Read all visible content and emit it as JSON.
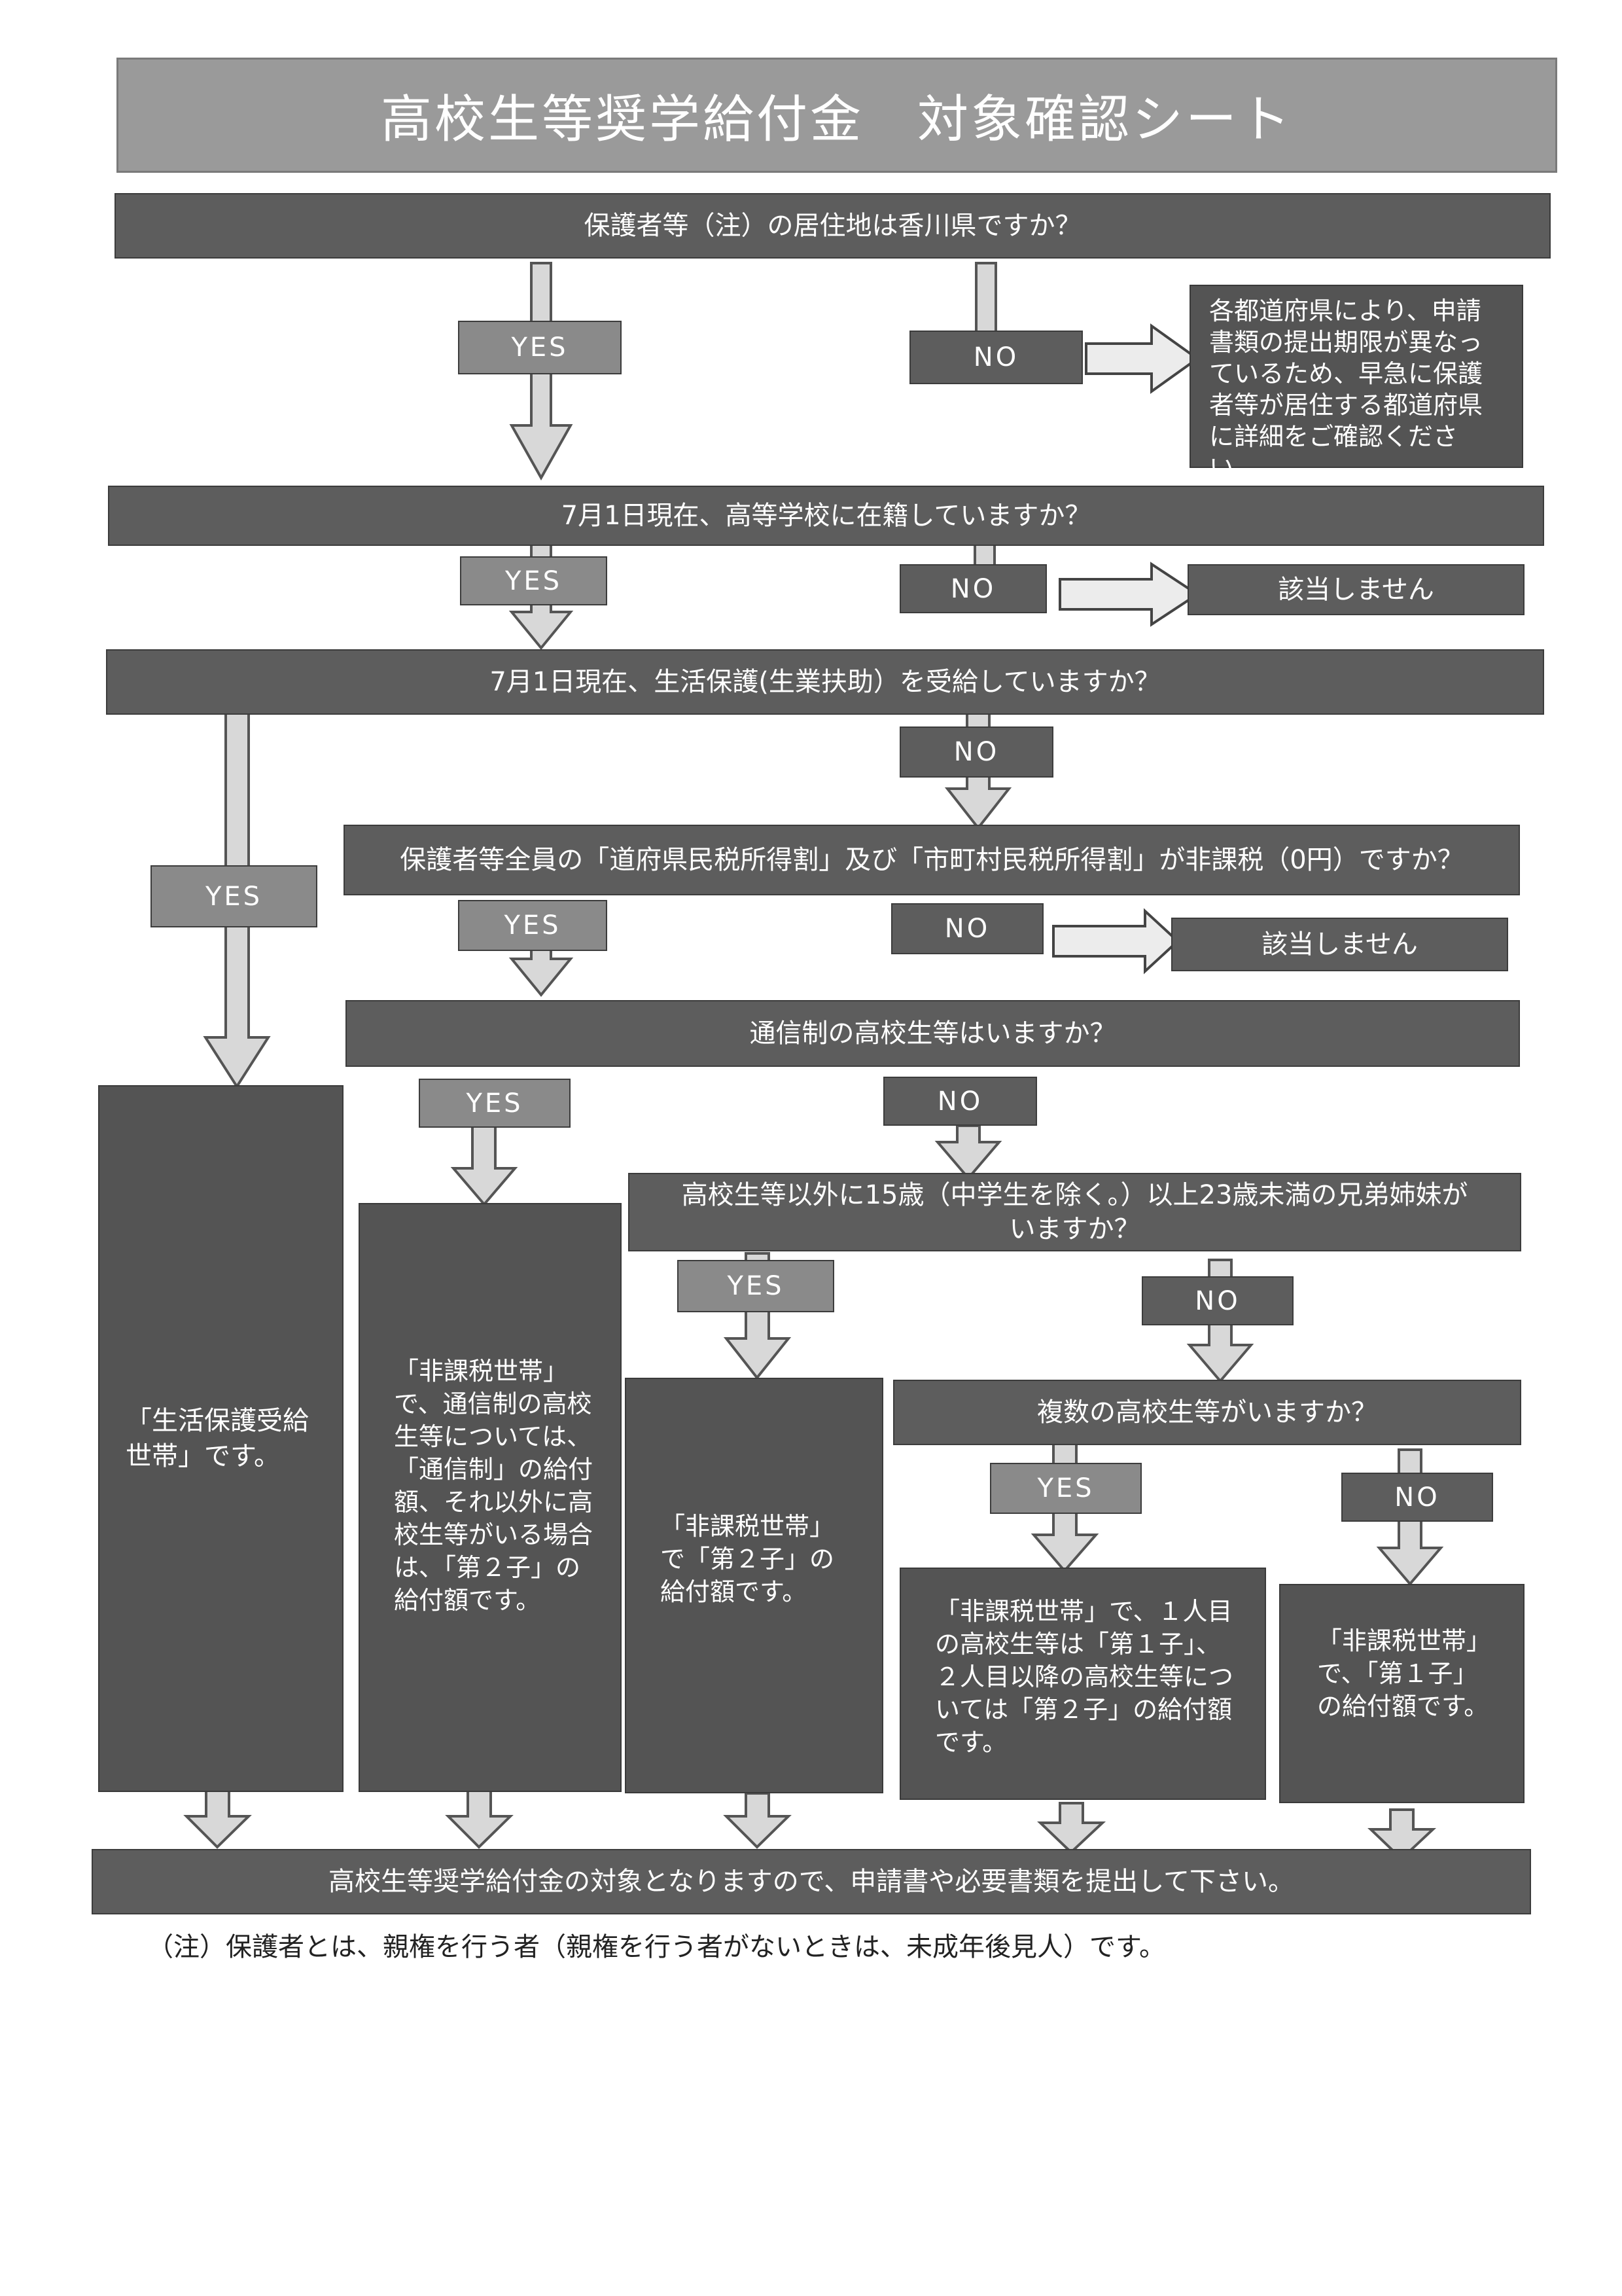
{
  "title": "高校生等奨学給付金　対象確認シート",
  "q1": "保護者等（注）の居住地は香川県ですか？",
  "q1_yes": "YES",
  "q1_no": "NO",
  "q1_no_result": "各都道府県により、申請書類の提出期限が異なっているため、早急に保護者等が居住する都道府県に詳細をご確認ください。",
  "q2": "7月1日現在、高等学校に在籍していますか？",
  "q2_yes": "YES",
  "q2_no": "NO",
  "q2_no_result": "該当しません",
  "q3": "7月1日現在、生活保護(生業扶助）を受給していますか？",
  "q3_yes": "YES",
  "q3_no": "NO",
  "q4": "保護者等全員の「道府県民税所得割」及び「市町村民税所得割」が非課税（0円）ですか？",
  "q4_yes": "YES",
  "q4_no": "NO",
  "q4_no_result": "該当しません",
  "q5": "通信制の高校生等はいますか？",
  "q5_yes": "YES",
  "q5_no": "NO",
  "q6": "高校生等以外に15歳（中学生を除く。）以上23歳未満の兄弟姉妹がいますか？",
  "q6_yes": "YES",
  "q6_no": "NO",
  "q7": "複数の高校生等がいますか？",
  "q7_yes": "YES",
  "q7_no": "NO",
  "result_welfare": "「生活保護受給世帯」です。",
  "result_correspondence": "「非課税世帯」で、通信制の高校生等については、「通信制」の給付額、それ以外に高校生等がいる場合は、「第２子」の給付額です。",
  "result_sibling": "「非課税世帯」で「第２子」の給付額です。",
  "result_multiple": "「非課税世帯」で、１人目の高校生等は「第１子」、２人目以降の高校生等については「第２子」の給付額です。",
  "result_single": "「非課税世帯」で、「第１子」の給付額です。",
  "final": "高校生等奨学給付金の対象となりますので、申請書や必要書類を提出して下さい。",
  "footnote": "（注）保護者とは、親権を行う者（親権を行う者がないときは、未成年後見人）です。"
}
